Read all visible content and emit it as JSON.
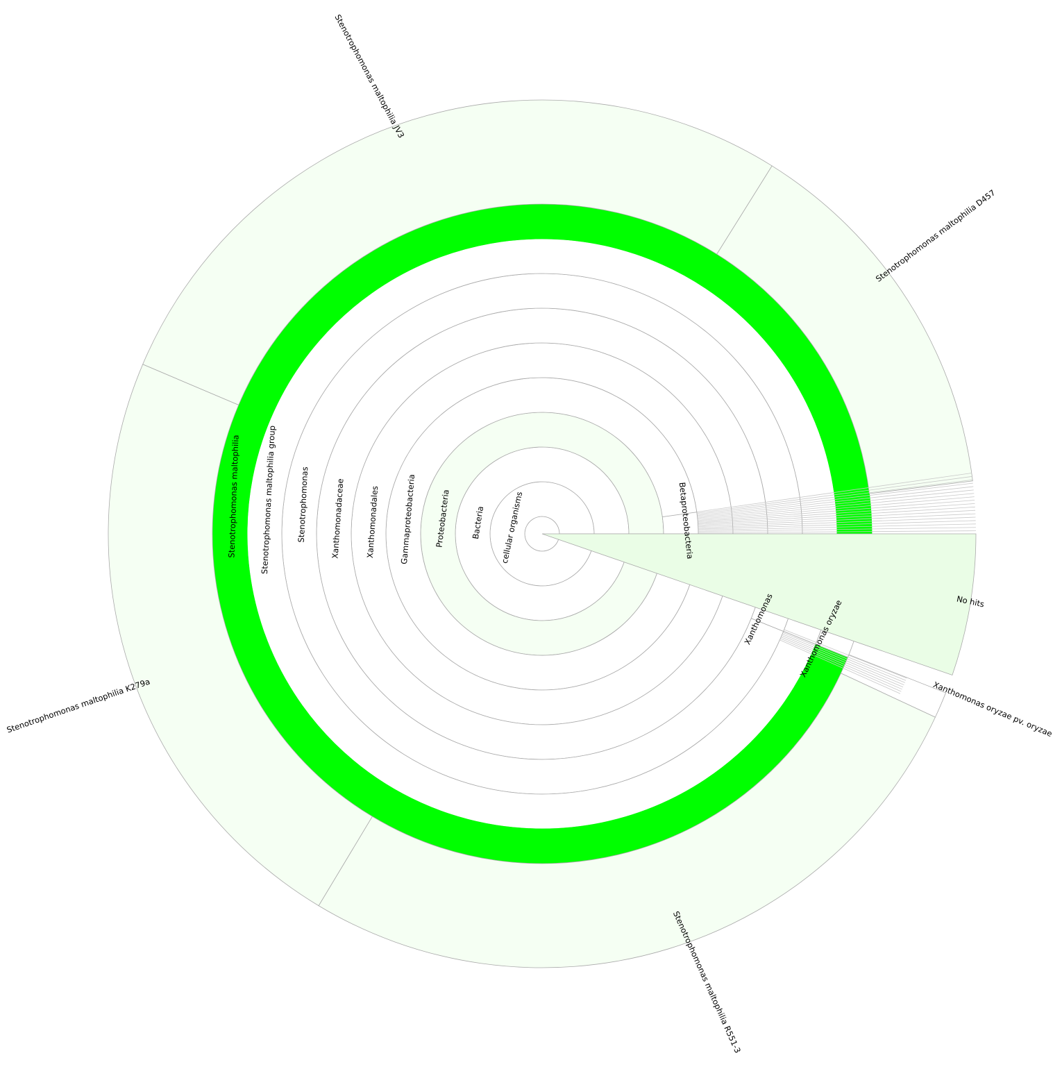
{
  "colors": {
    "background": "#ffffff",
    "light_fill": "#f5fff3",
    "no_hits_fill": "#eafde6",
    "highlight_fill": "#00ff00",
    "stroke": "#a9a9a9",
    "minor_stroke": "#c8c8c8"
  },
  "ring_labels": [
    {
      "id": "cellular-organisms",
      "text": "cellular organisms"
    },
    {
      "id": "bacteria",
      "text": "Bacteria"
    },
    {
      "id": "proteobacteria",
      "text": "Proteobacteria"
    },
    {
      "id": "gammaproteobacteria",
      "text": "Gammaproteobacteria"
    },
    {
      "id": "xanthomonadales",
      "text": "Xanthomonadales"
    },
    {
      "id": "xanthomonadaceae",
      "text": "Xanthomonadaceae"
    },
    {
      "id": "stenotrophomonas",
      "text": "Stenotrophomonas"
    },
    {
      "id": "stenotrophomonas-maltophilia-group",
      "text": "Stenotrophomonas maltophilia group"
    },
    {
      "id": "stenotrophomonas-maltophilia",
      "text": "Stenotrophomonas maltophilia"
    }
  ],
  "other_labels": [
    {
      "id": "betaproteobacteria",
      "text": "Betaproteobacteria"
    },
    {
      "id": "xanthomonas",
      "text": "Xanthomonas"
    },
    {
      "id": "xanthomonas-oryzae",
      "text": "Xanthomonas oryzae"
    },
    {
      "id": "no-hits",
      "text": "No hits"
    }
  ],
  "leaf_labels": [
    {
      "id": "strain-jv3",
      "text": "Stenotrophomonas maltophilia JV3"
    },
    {
      "id": "strain-d457",
      "text": "Stenotrophomonas maltophilia D457"
    },
    {
      "id": "strain-k279a",
      "text": "Stenotrophomonas maltophilia K279a"
    },
    {
      "id": "strain-r551-3",
      "text": "Stenotrophomonas maltophilia R551-3"
    },
    {
      "id": "xanthomonas-oryzae-pv-oryzae",
      "text": "Xanthomonas oryzae pv. oryzae"
    }
  ]
}
